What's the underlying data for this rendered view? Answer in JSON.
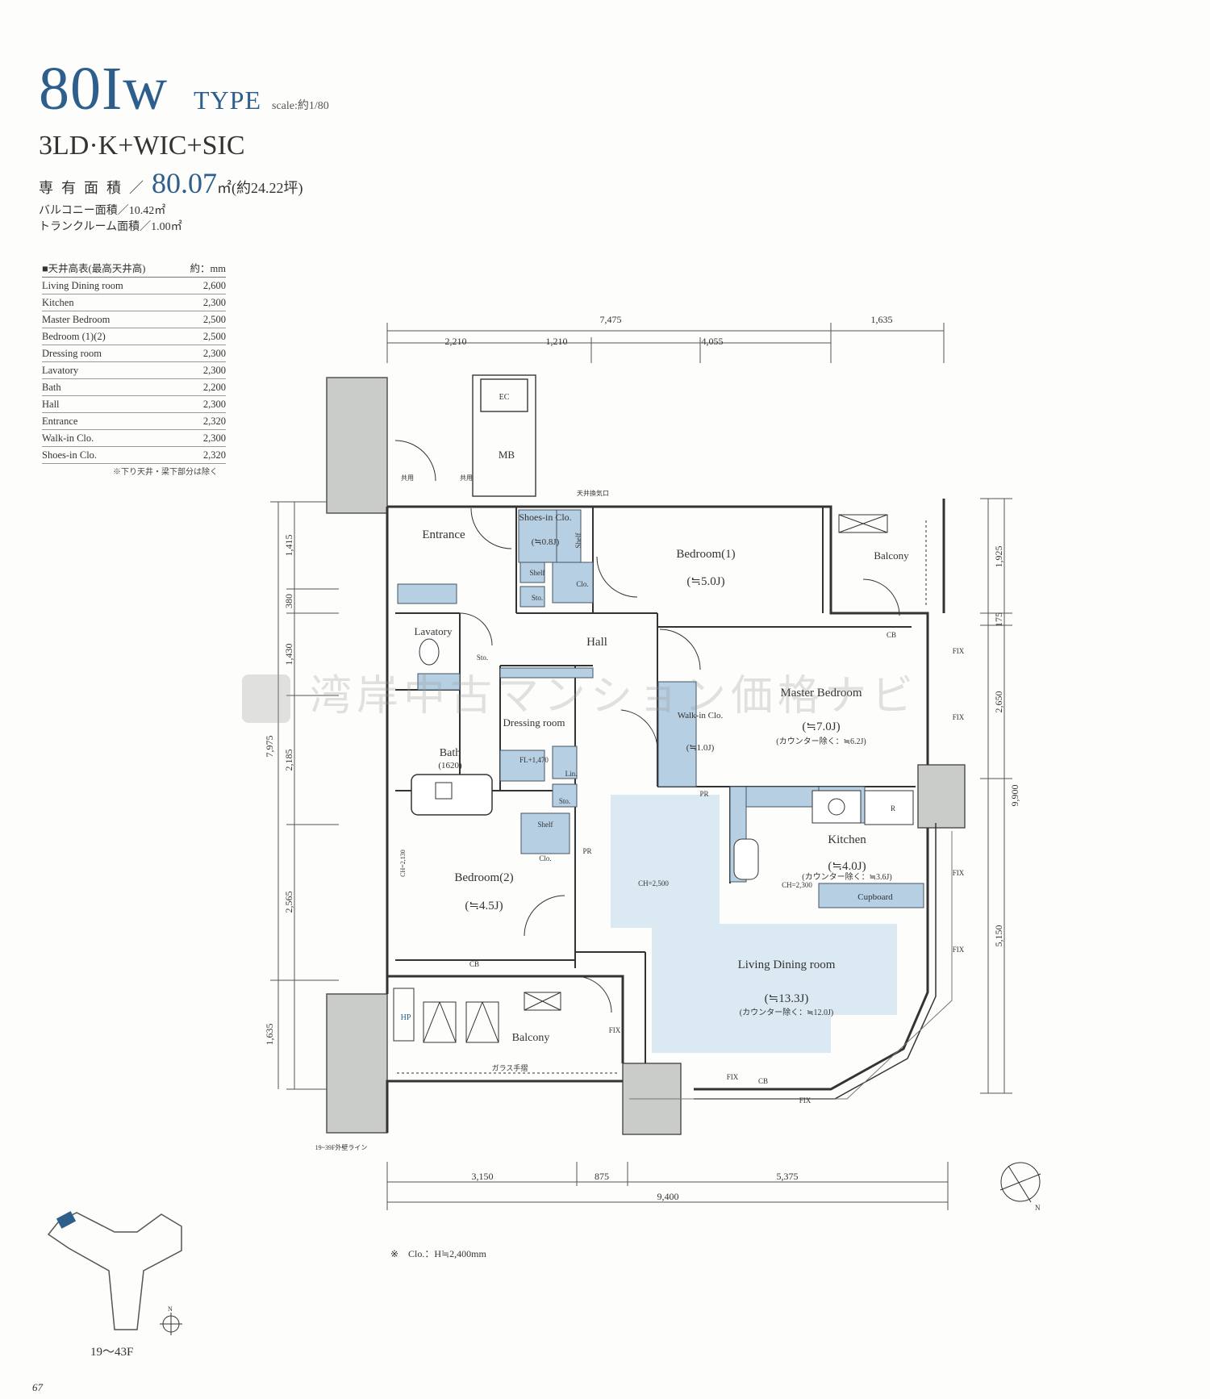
{
  "header": {
    "type_code": "80Iw",
    "type_word": "TYPE",
    "scale": "scale:約1/80",
    "layout": "3LD·K+WIC+SIC",
    "area_label": "専有面積／",
    "area_value": "80.07",
    "area_unit": "㎡(約24.22坪)",
    "balcony_area": "バルコニー面積／10.42㎡",
    "trunk_area": "トランクルーム面積／1.00㎡"
  },
  "ceiling_table": {
    "title": "■天井高表(最高天井高)",
    "unit": "約：mm",
    "rows": [
      {
        "room": "Living Dining room",
        "value": "2,600"
      },
      {
        "room": "Kitchen",
        "value": "2,300"
      },
      {
        "room": "Master Bedroom",
        "value": "2,500"
      },
      {
        "room": "Bedroom (1)(2)",
        "value": "2,500"
      },
      {
        "room": "Dressing room",
        "value": "2,300"
      },
      {
        "room": "Lavatory",
        "value": "2,300"
      },
      {
        "room": "Bath",
        "value": "2,200"
      },
      {
        "room": "Hall",
        "value": "2,300"
      },
      {
        "room": "Entrance",
        "value": "2,320"
      },
      {
        "room": "Walk-in Clo.",
        "value": "2,300"
      },
      {
        "room": "Shoes-in Clo.",
        "value": "2,320"
      }
    ],
    "note": "※下り天井・梁下部分は除く"
  },
  "dimensions": {
    "top_total": "7,475",
    "top_right": "1,635",
    "top_a": "2,210",
    "top_b": "1,210",
    "top_c": "4,055",
    "bottom_a": "3,150",
    "bottom_b": "875",
    "bottom_c": "5,375",
    "bottom_total": "9,400",
    "left_total": "7,975",
    "left_a": "1,415",
    "left_b": "380",
    "left_c": "1,430",
    "left_d": "2,185",
    "left_e": "2,565",
    "left_f": "1,635",
    "right_total": "9,900",
    "right_a": "1,925",
    "right_b": "175",
    "right_c": "2,650",
    "right_d": "5,150"
  },
  "rooms": {
    "ec": "EC",
    "mb": "MB",
    "common1": "共用",
    "common2": "共用",
    "entrance": "Entrance",
    "shoes_clo": "Shoes-in Clo.",
    "shoes_clo_size": "(≒0.8J)",
    "shelf": "Shelf",
    "sto": "Sto.",
    "clo": "Clo.",
    "vent_top": "天井換気口",
    "bedroom1": "Bedroom(1)",
    "bedroom1_size": "(≒5.0J)",
    "balcony_top": "Balcony",
    "lavatory": "Lavatory",
    "hall": "Hall",
    "master_bedroom": "Master Bedroom",
    "master_bedroom_size": "(≒7.0J)",
    "master_bedroom_note": "(カウンター除く：≒6.2J)",
    "walk_in_clo": "Walk-in Clo.",
    "walk_in_clo_size": "(≒1.0J)",
    "dressing_room": "Dressing room",
    "bath": "Bath",
    "bath_size": "(1620)",
    "lin": "Lin.",
    "kitchen": "Kitchen",
    "kitchen_size": "(≒4.0J)",
    "kitchen_note": "(カウンター除く：≒3.6J)",
    "cupboard": "Cupboard",
    "bedroom2": "Bedroom(2)",
    "bedroom2_size": "(≒4.5J)",
    "living": "Living Dining room",
    "living_size": "(≒13.3J)",
    "living_note": "(カウンター除く：≒12.0J)",
    "balcony_bottom": "Balcony",
    "hp": "HP",
    "glass_rail": "ガラス手摺",
    "outer_wall_line": "19~39F外壁ライン",
    "ch_2500": "CH=2,500",
    "ch_2300": "CH=2,300",
    "ch_2130": "CH=2,130",
    "fix": "FIX",
    "cb": "CB",
    "pr": "PR",
    "r": "R",
    "fl_470": "FL+1,470"
  },
  "plan_note": "※　Clo.：H≒2,400mm",
  "key_floors": "19～43F",
  "page_number": "67",
  "watermark": "湾岸中古マンション価格ナビ",
  "colors": {
    "accent": "#2e5f8c",
    "room_fill": "#dbe9f3",
    "fixture": "#b7cfe2",
    "column": "#c9ccc9"
  }
}
